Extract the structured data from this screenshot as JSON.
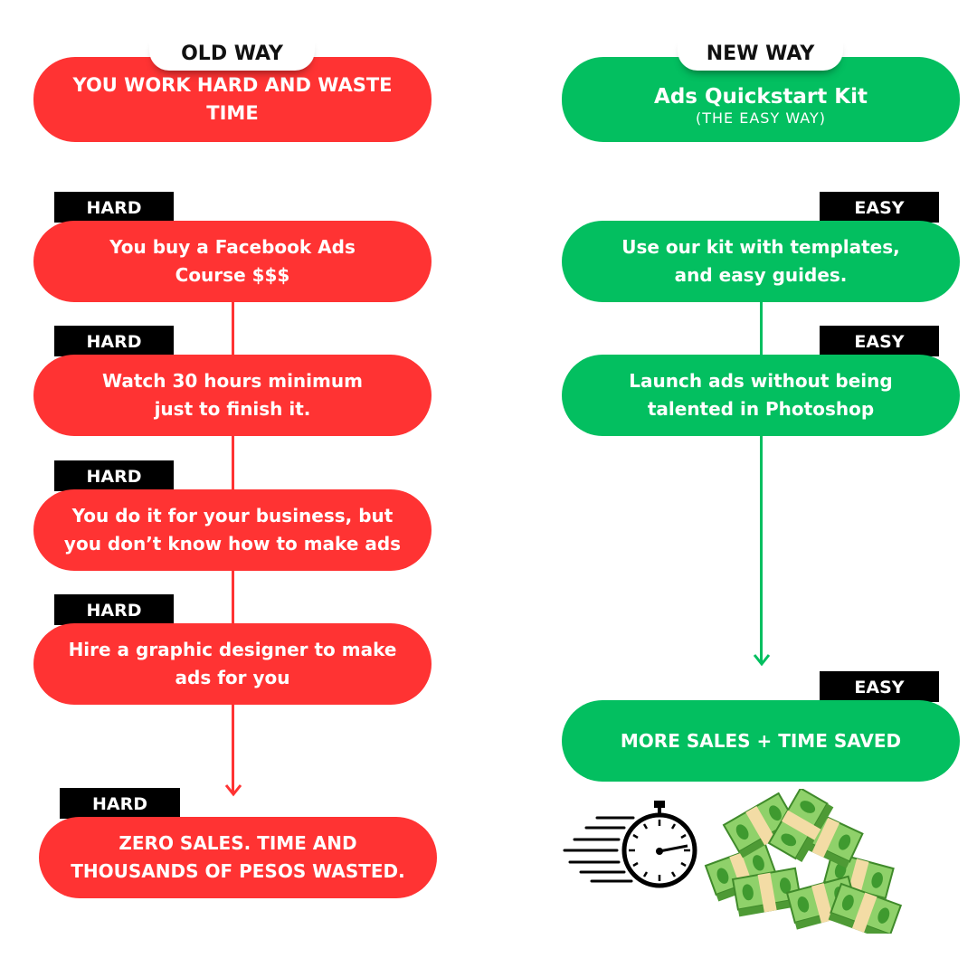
{
  "old_way": {
    "header_tab": "OLD WAY",
    "header": "YOU WORK HARD AND WASTE TIME",
    "steps": [
      {
        "tag": "HARD",
        "text": "You buy a Facebook Ads Course $$$"
      },
      {
        "tag": "HARD",
        "text": "Watch 30 hours minimum just to finish it."
      },
      {
        "tag": "HARD",
        "text": "You do it for your business, but you don’t know how to make ads"
      },
      {
        "tag": "HARD",
        "text": "Hire a graphic designer to make ads for you"
      }
    ],
    "result": {
      "tag": "HARD",
      "text": "ZERO SALES. TIME AND THOUSANDS OF PESOS WASTED."
    }
  },
  "new_way": {
    "header_tab": "NEW WAY",
    "header": "Ads Quickstart Kit",
    "header_sub": "(THE EASY WAY)",
    "steps": [
      {
        "tag": "EASY",
        "text": "Use our kit with templates, and easy guides."
      },
      {
        "tag": "EASY",
        "text": "Launch ads without being talented in Photoshop"
      }
    ],
    "result": {
      "tag": "EASY",
      "text": "MORE SALES + TIME SAVED"
    }
  },
  "colors": {
    "red": "#ff3333",
    "green": "#03bf60"
  }
}
